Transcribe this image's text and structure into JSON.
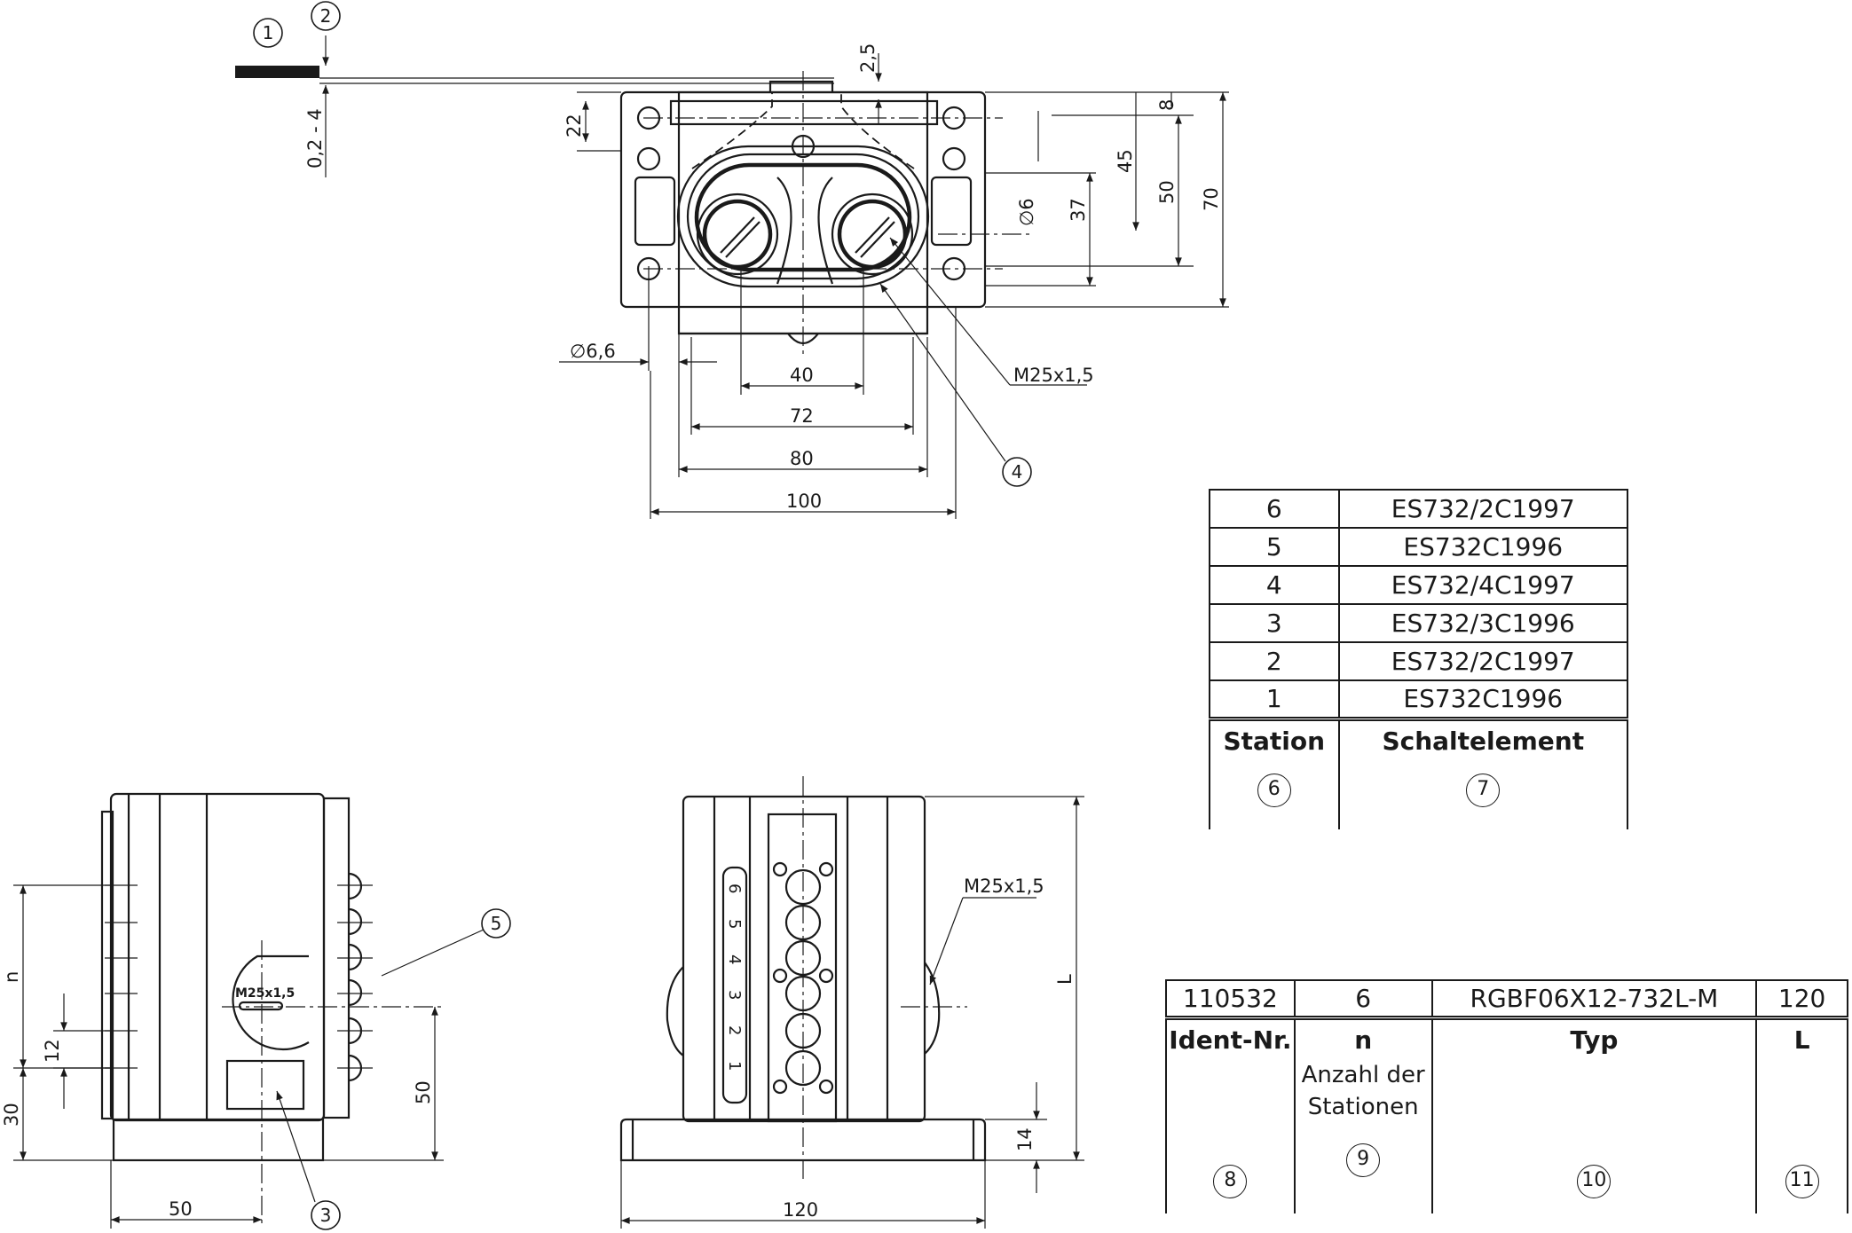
{
  "callouts": [
    "1",
    "2",
    "3",
    "4",
    "5",
    "6",
    "7",
    "8",
    "9",
    "10",
    "11"
  ],
  "top_view": {
    "dims": {
      "d2_5": "2,5",
      "d0_2_4": "0,2 - 4",
      "d22": "22",
      "d8": "8",
      "d45": "45",
      "d50": "50",
      "d70": "70",
      "d37": "37",
      "dphi6": "∅6",
      "dphi66": "∅6,6",
      "d40": "40",
      "d72": "72",
      "d80": "80",
      "d100": "100",
      "thread": "M25x1,5"
    }
  },
  "side_view": {
    "dims": {
      "n": "n",
      "d12": "12",
      "d30": "30",
      "d50": "50",
      "d50b": "50",
      "label": "M25x1,5"
    }
  },
  "front_view": {
    "dims": {
      "thread": "M25x1,5",
      "L": "L",
      "d14": "14",
      "d120": "120"
    },
    "stations": [
      "6",
      "5",
      "4",
      "3",
      "2",
      "1"
    ]
  },
  "station_table": {
    "rows": [
      {
        "station": "6",
        "element": "ES732/2C1997"
      },
      {
        "station": "5",
        "element": "ES732C1996"
      },
      {
        "station": "4",
        "element": "ES732/4C1997"
      },
      {
        "station": "3",
        "element": "ES732/3C1996"
      },
      {
        "station": "2",
        "element": "ES732/2C1997"
      },
      {
        "station": "1",
        "element": "ES732C1996"
      }
    ],
    "headers": {
      "station": "Station",
      "element": "Schaltelement"
    },
    "callouts": {
      "station": "6",
      "element": "7"
    }
  },
  "ident_table": {
    "values": {
      "ident": "110532",
      "n": "6",
      "typ": "RGBF06X12-732L-M",
      "L": "120"
    },
    "headers": {
      "ident": "Ident-Nr.",
      "n": "n",
      "typ": "Typ",
      "L": "L"
    },
    "n_sub": [
      "Anzahl der",
      "Stationen"
    ],
    "callouts": {
      "ident": "8",
      "n": "9",
      "typ": "10",
      "L": "11"
    }
  }
}
